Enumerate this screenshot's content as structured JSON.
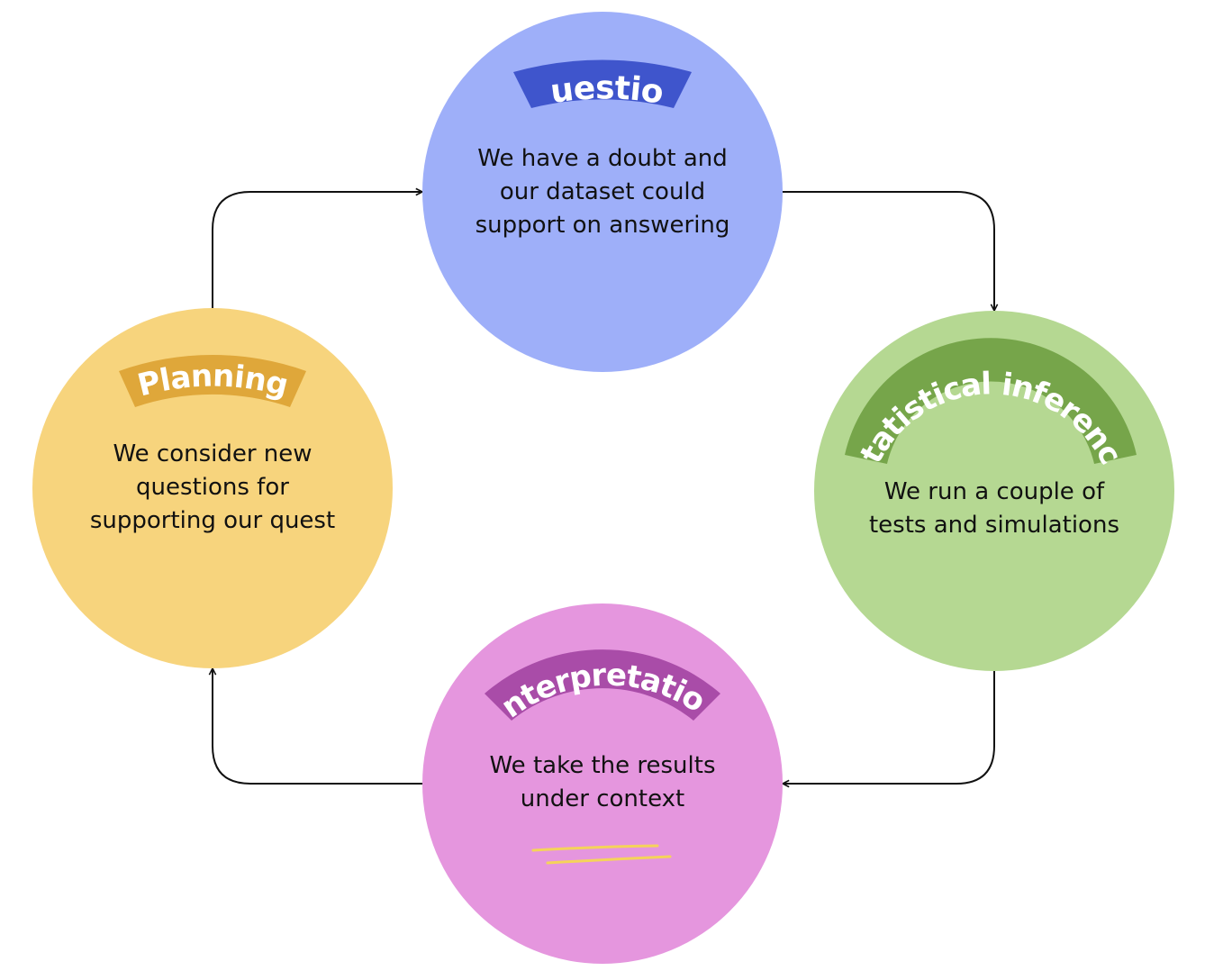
{
  "diagram": {
    "type": "cycle",
    "stages": [
      {
        "id": "question",
        "title": "Question",
        "lines": [
          "We have a doubt and",
          "our dataset could",
          "support on answering"
        ],
        "circle_color": "#9eaff9",
        "badge_color": "#3f55cc"
      },
      {
        "id": "statistical-inference",
        "title": "Statistical inference",
        "lines": [
          "We run a couple of",
          "tests and simulations"
        ],
        "circle_color": "#b5d892",
        "badge_color": "#76a54a"
      },
      {
        "id": "interpretation",
        "title": "Interpretation",
        "lines": [
          "We take the results",
          "under context"
        ],
        "circle_color": "#e596de",
        "badge_color": "#a94ca8"
      },
      {
        "id": "planning",
        "title": "Planning",
        "lines": [
          "We consider new",
          "questions for",
          "supporting our quest"
        ],
        "circle_color": "#f7d47d",
        "badge_color": "#dfa73a"
      }
    ],
    "flow": [
      "question",
      "statistical-inference",
      "interpretation",
      "planning",
      "question"
    ],
    "accent_underline_color": "#f5d35a",
    "arrow_color": "#111111"
  }
}
